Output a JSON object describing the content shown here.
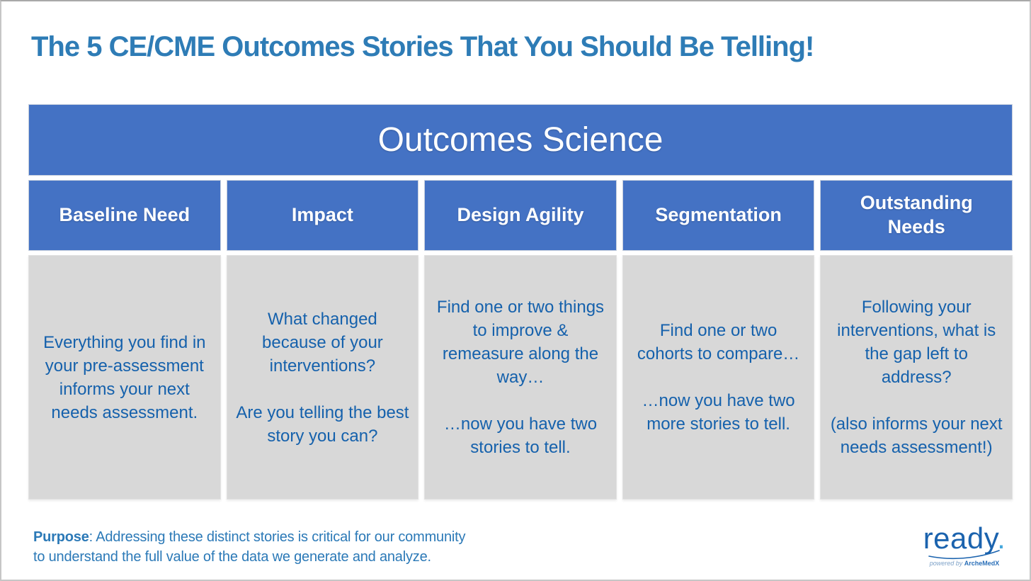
{
  "page": {
    "title": "The 5 CE/CME Outcomes Stories That You Should Be Telling!"
  },
  "banner": {
    "title": "Outcomes Science"
  },
  "table": {
    "columns": [
      {
        "header": "Baseline Need",
        "paragraphs": [
          "Everything you find in your pre-assessment informs your next needs assessment."
        ]
      },
      {
        "header": "Impact",
        "paragraphs": [
          "What changed because of your interventions?",
          "Are you telling the best story you can?"
        ]
      },
      {
        "header": "Design Agility",
        "paragraphs": [
          "Find one or two things to improve & remeasure along the way…",
          "…now you have two stories to tell."
        ]
      },
      {
        "header": "Segmentation",
        "paragraphs": [
          "Find one or two cohorts to compare…",
          "…now you have two more stories to tell."
        ]
      },
      {
        "header": "Outstanding Needs",
        "paragraphs": [
          "Following your interventions, what is the gap left to address?",
          "(also informs your next needs assessment!)"
        ]
      }
    ]
  },
  "footer": {
    "purpose_label": "Purpose",
    "purpose_line1": ": Addressing these distinct stories is critical for our community",
    "purpose_line2": "to understand the full value of the data we generate and analyze."
  },
  "logo": {
    "brand": "ready",
    "brand_dot": ".",
    "tagline_prefix": "powered by ",
    "tagline_brand": "ArcheMedX"
  },
  "colors": {
    "accent_blue": "#4472C4",
    "title_blue": "#2E7CB6",
    "body_text_blue": "#1561AC",
    "cell_gray": "#D8D8D8",
    "logo_blue": "#1B63AE",
    "logo_dot_blue": "#45A7DD"
  }
}
